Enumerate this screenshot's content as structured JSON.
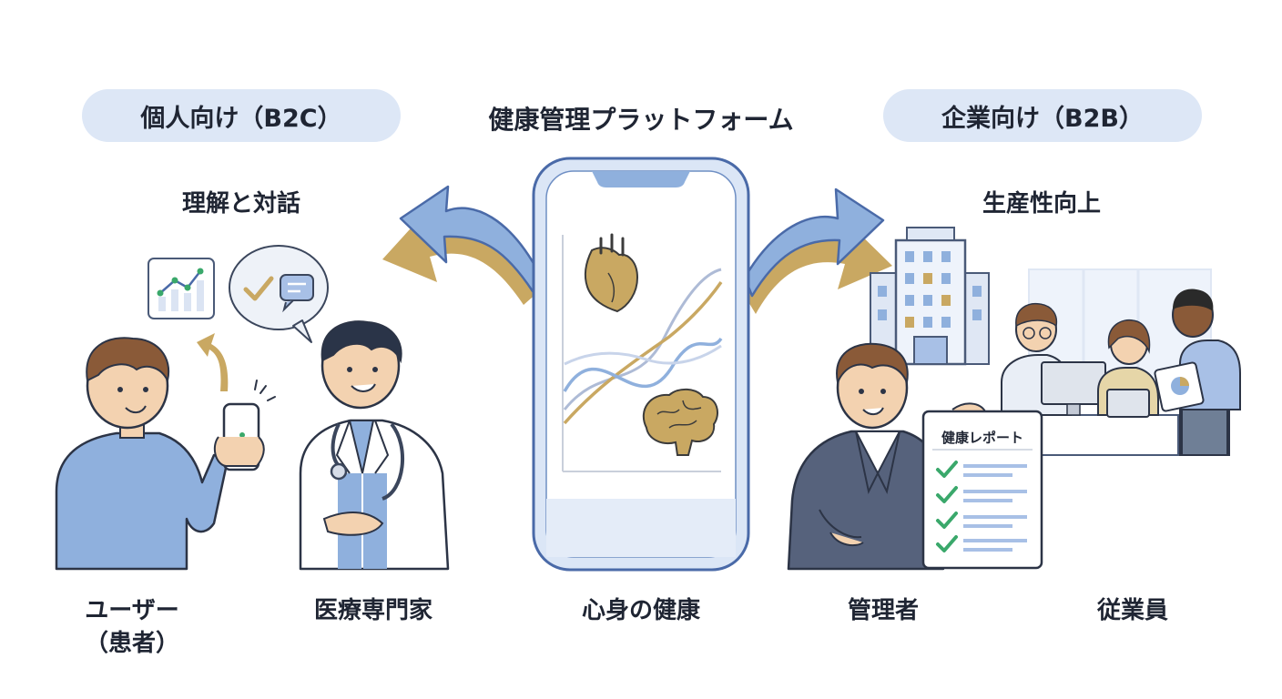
{
  "title": "健康管理プラットフォーム",
  "left": {
    "badge": "個人向け（B2C）",
    "subtitle": "理解と対話",
    "users": {
      "line1": "ユーザー",
      "line2": "（患者）"
    },
    "professionals": "医療専門家"
  },
  "center": {
    "label": "心身の健康",
    "icons": [
      "heart-icon",
      "brain-icon",
      "chart-icon"
    ]
  },
  "right": {
    "badge": "企業向け（B2B）",
    "subtitle": "生産性向上",
    "managers": "管理者",
    "employees": "従業員",
    "report": {
      "title": "健康レポート",
      "items_checked": 4
    }
  },
  "colors": {
    "blue": "#8fb0dd",
    "blue_dark": "#4a6aa8",
    "gold": "#c9a862",
    "pill_bg": "#dde7f6",
    "check_green": "#3aa86b",
    "ink": "#1f2533"
  }
}
